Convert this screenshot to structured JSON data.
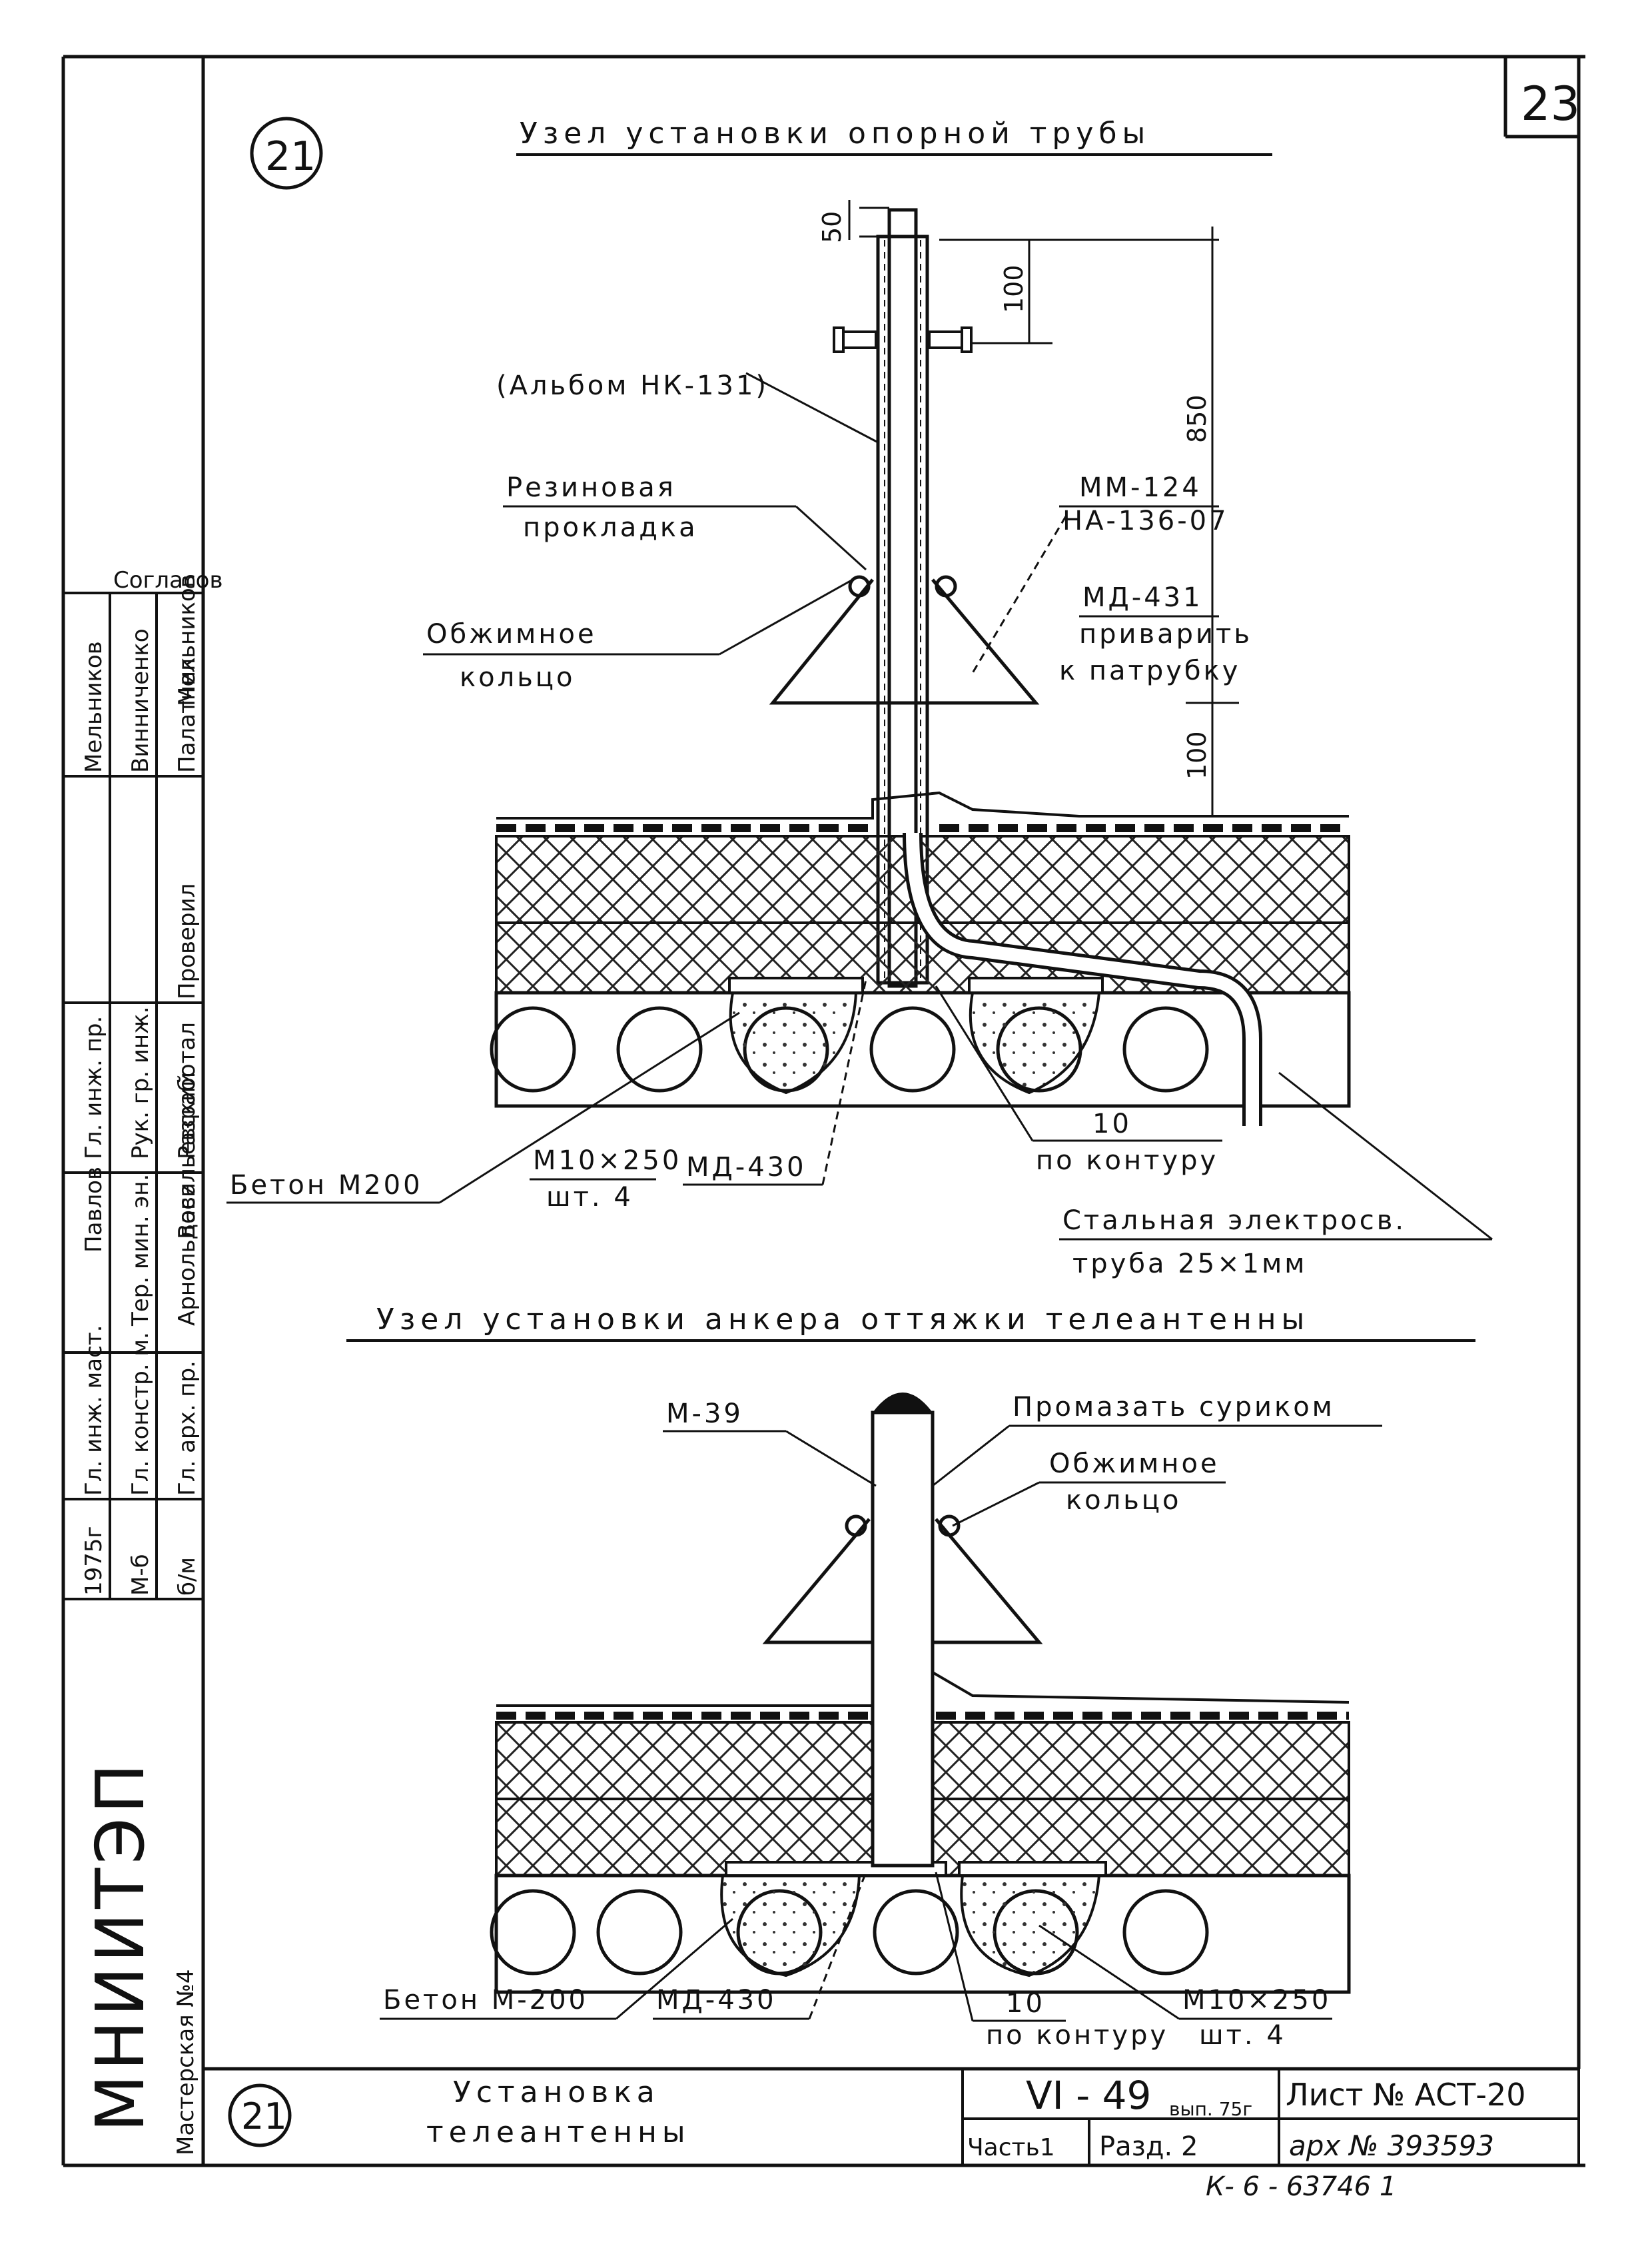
{
  "sheet_number": "23",
  "node_marker": "21",
  "top": {
    "title": "Узел установки опорной трубы",
    "dim_50": "50",
    "dim_100_top": "100",
    "dim_850": "850",
    "dim_100_bottom": "100",
    "album_ref": "(Альбом НК-131)",
    "rubber_gasket_1": "Резиновая",
    "rubber_gasket_2": "прокладка",
    "crimp_ring_1": "Обжимное",
    "crimp_ring_2": "кольцо",
    "mm124": "ММ-124",
    "na136": "НА-136-07",
    "md431": "МД-431",
    "weld_1": "приварить",
    "weld_2": "к патрубку",
    "concrete": "Бетон М200",
    "bolt_1": "М10×250",
    "bolt_2": "шт. 4",
    "md430": "МД-430",
    "weld_10": "10",
    "contour": "по контуру",
    "steel_pipe_1": "Стальная электросв.",
    "steel_pipe_2": "труба  25×1мм"
  },
  "bottom": {
    "title": "Узел установки анкера оттяжки телеантенны",
    "m39": "М-39",
    "minium": "Промазать суриком",
    "crimp_ring_1": "Обжимное",
    "crimp_ring_2": "кольцо",
    "concrete": "Бетон М-200",
    "md430": "МД-430",
    "weld_10": "10",
    "contour": "по контуру",
    "bolt_1": "М10×250",
    "bolt_2": "шт. 4"
  },
  "stamp": {
    "header": "Согласов",
    "vertical_org": "МНИИТЭП",
    "vertical_workshop": "Мастерская №4",
    "year": "1975г",
    "code_1": "М-б",
    "code_2": "б/м",
    "roles": [
      "Гл. инж. мас.",
      "Тер. мин. эн.",
      "Гл. инж. пр.",
      "Рук. гр. инж.",
      "Разработал",
      "Проверил"
    ],
    "names": [
      "Павлов",
      "Мельников",
      "Винниченко",
      "Палатник",
      "Мельников",
      "Арнольдова"
    ],
    "roles_2": [
      "Гл. инж. маст.",
      "Гл. констр. м.",
      "Гл. арх. пр."
    ],
    "names_2": [
      "Васильевский"
    ]
  },
  "title_block": {
    "marker": "21",
    "name_1": "Установка",
    "name_2": "телеантенны",
    "series": "VI - 49",
    "issue": "вып. 75г",
    "sheet": "Лист № АСТ-20",
    "part": "Часть1",
    "section": "Разд. 2",
    "archive": "арх № 393593",
    "bottom_note": "К- 6 - 63746 1"
  }
}
